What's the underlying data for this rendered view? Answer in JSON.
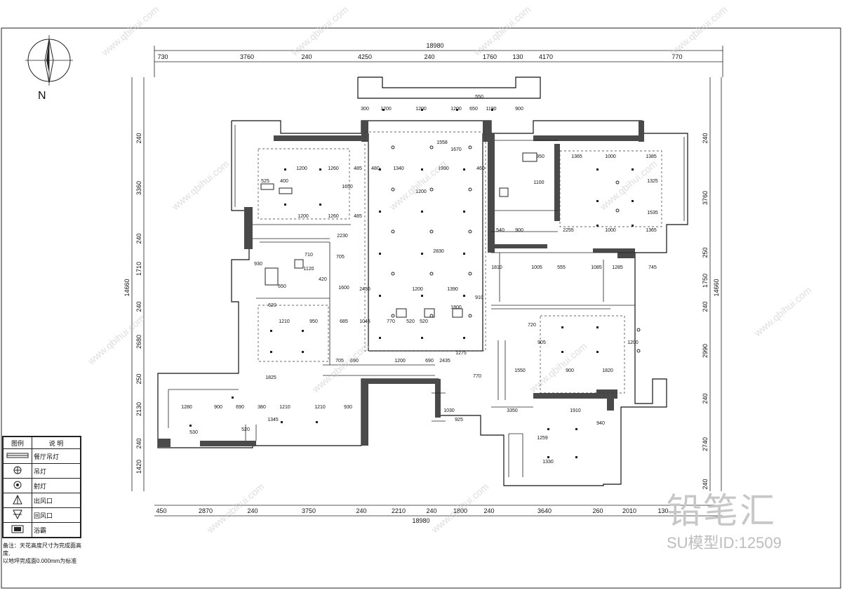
{
  "watermark": {
    "brand": "铅笔汇",
    "model_id": "SU模型ID:12509",
    "site": "www.qbihui.com"
  },
  "north_label": "N",
  "dimensions": {
    "top_total": "18980",
    "bottom_total": "18980",
    "top_segments": [
      "730",
      "3760",
      "240",
      "4250",
      "240",
      "1760",
      "130",
      "4170",
      "770"
    ],
    "bottom_segments": [
      "450",
      "2870",
      "240",
      "3750",
      "240",
      "2210",
      "240",
      "1800",
      "240",
      "3640",
      "260",
      "2010",
      "130"
    ],
    "left_total": "14660",
    "right_total": "14660",
    "left_segments": [
      "240",
      "3360",
      "240",
      "1710",
      "240",
      "2680",
      "250",
      "2130",
      "240",
      "1420"
    ],
    "right_segments": [
      "240",
      "3760",
      "250",
      "1750",
      "240",
      "2990",
      "240",
      "2740",
      "240"
    ],
    "interior": [
      "300",
      "1200",
      "1200",
      "1200",
      "650",
      "1190",
      "900",
      "550",
      "1200",
      "1260",
      "485",
      "480",
      "1340",
      "1990",
      "460",
      "950",
      "1365",
      "1000",
      "1385",
      "525",
      "400",
      "1650",
      "1670",
      "1558",
      "1200",
      "1100",
      "1325",
      "1260",
      "1200",
      "485",
      "540",
      "900",
      "2255",
      "1000",
      "1365",
      "1535",
      "930",
      "1120",
      "710",
      "705",
      "2230",
      "2830",
      "1810",
      "1005",
      "555",
      "1085",
      "1285",
      "745",
      "420",
      "650",
      "1600",
      "2430",
      "1200",
      "1390",
      "910",
      "620",
      "1210",
      "950",
      "685",
      "1045",
      "770",
      "520",
      "520",
      "1800",
      "720",
      "905",
      "1200",
      "1275",
      "705",
      "690",
      "1200",
      "690",
      "2435",
      "1550",
      "900",
      "1820",
      "770",
      "1280",
      "900",
      "690",
      "380",
      "1210",
      "1210",
      "930",
      "1030",
      "925",
      "3350",
      "1910",
      "940",
      "1345",
      "530",
      "520",
      "1259",
      "1330",
      "1825"
    ]
  },
  "legend": {
    "header_symbol": "图例",
    "header_desc": "说 明",
    "items": [
      {
        "icon": "chandelier-strip-icon",
        "label": "餐厅吊灯"
      },
      {
        "icon": "pendant-lamp-icon",
        "label": "吊灯"
      },
      {
        "icon": "spotlight-icon",
        "label": "射灯"
      },
      {
        "icon": "supply-vent-icon",
        "label": "出风口"
      },
      {
        "icon": "return-vent-icon",
        "label": "回风口"
      },
      {
        "icon": "bath-heater-icon",
        "label": "浴霸"
      }
    ]
  },
  "note": {
    "line1": "备注：天花高度尺寸为完成面高度,",
    "line2": "以地坪完成面0.000mm为标准"
  },
  "colors": {
    "line": "#111111",
    "wall": "#4a4a4a",
    "watermark": "#c8c8c8"
  }
}
